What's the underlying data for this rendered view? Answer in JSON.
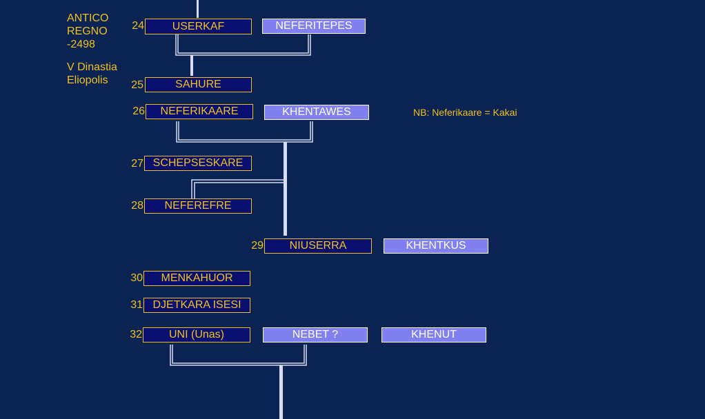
{
  "side_labels": {
    "era": "ANTICO REGNO",
    "era_line1": "ANTICO",
    "era_line2": "REGNO",
    "year": "-2498",
    "dynasty_line1": "V Dinastia",
    "dynasty_line2": "Eliopolis"
  },
  "rows": [
    {
      "num": "24",
      "king": "USERKAF",
      "consorts": [
        "NEFERITEPES"
      ]
    },
    {
      "num": "25",
      "king": "SAHURE",
      "consorts": []
    },
    {
      "num": "26",
      "king": "NEFERIKAARE",
      "consorts": [
        "KHENTAWES"
      ]
    },
    {
      "num": "27",
      "king": "SCHEPSESKARE",
      "consorts": []
    },
    {
      "num": "28",
      "king": "NEFEREFRE",
      "consorts": []
    },
    {
      "num": "29",
      "king": "NIUSERRA",
      "consorts": [
        "KHENTKUS"
      ]
    },
    {
      "num": "30",
      "king": "MENKAHUOR",
      "consorts": []
    },
    {
      "num": "31",
      "king": "DJETKARA ISESI",
      "consorts": []
    },
    {
      "num": "32",
      "king": "UNI (Unas)",
      "consorts": [
        "NEBET ?",
        "KHENUT"
      ]
    }
  ],
  "note": "NB: Neferikaare = Kakai",
  "colors": {
    "background": "#0b2454",
    "king_fill": "#0a1070",
    "king_text": "#f0c020",
    "consort_fill": "#8080f0",
    "consort_text": "#ffffff",
    "connector": "#d8dcf0"
  }
}
